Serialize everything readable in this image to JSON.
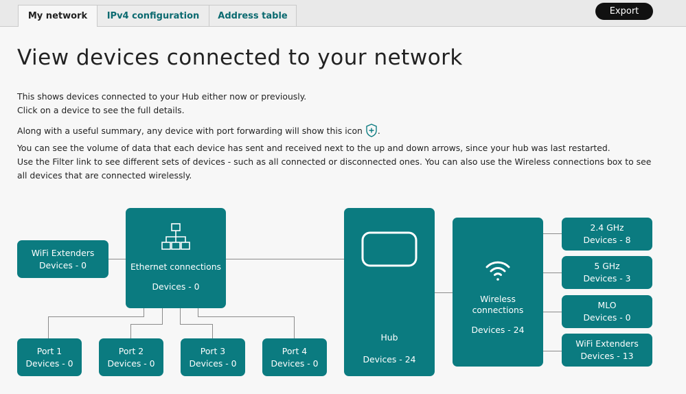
{
  "tabs": [
    {
      "label": "My network"
    },
    {
      "label": "IPv4 configuration"
    },
    {
      "label": "Address table"
    }
  ],
  "export_label": "Export",
  "page_title": "View devices connected to your network",
  "intro": {
    "line1": "This shows devices connected to your Hub either now or previously.",
    "line2": "Click on a device to see the full details.",
    "line3": "Along with a useful summary, any device with port forwarding will show this icon",
    "line3_end": ".",
    "line4": "You can see the volume of data that each device has sent and received next to the up and down arrows, since your hub was last restarted.",
    "line5": "Use the Filter link to see different sets of devices - such as all connected or disconnected ones. You can also use the Wireless connections box to see all devices that are connected wirelessly."
  },
  "colors": {
    "teal": "#0b7b80",
    "tab_text": "#0b6a70"
  },
  "icons": {
    "port_forward": "shield-plus-icon",
    "ethernet": "network-tree-icon",
    "hub": "hub-icon",
    "wireless": "wifi-icon"
  },
  "diagram": {
    "wifi_extenders_left": {
      "label": "WiFi Extenders",
      "devices": "Devices - 0"
    },
    "ethernet": {
      "label": "Ethernet connections",
      "devices": "Devices - 0"
    },
    "ports": [
      {
        "label": "Port 1",
        "devices": "Devices - 0"
      },
      {
        "label": "Port 2",
        "devices": "Devices - 0"
      },
      {
        "label": "Port 3",
        "devices": "Devices - 0"
      },
      {
        "label": "Port 4",
        "devices": "Devices - 0"
      }
    ],
    "hub": {
      "label": "Hub",
      "devices": "Devices - 24"
    },
    "wireless": {
      "label": "Wireless connections",
      "devices": "Devices - 24"
    },
    "bands": [
      {
        "label": "2.4 GHz",
        "devices": "Devices - 8"
      },
      {
        "label": "5 GHz",
        "devices": "Devices - 3"
      },
      {
        "label": "MLO",
        "devices": "Devices - 0"
      },
      {
        "label": "WiFi Extenders",
        "devices": "Devices - 13"
      }
    ]
  }
}
